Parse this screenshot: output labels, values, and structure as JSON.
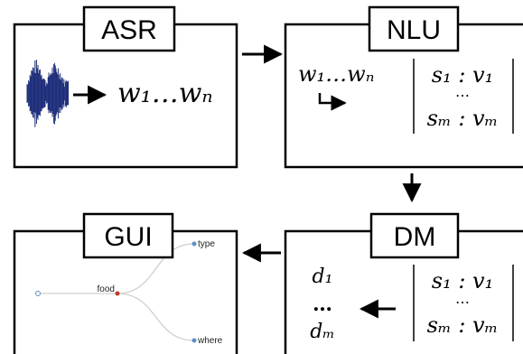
{
  "asr": {
    "title": "ASR",
    "word_seq": "w₁…wₙ"
  },
  "nlu": {
    "title": "NLU",
    "word_seq": "w₁…wₙ",
    "slot_first": "s₁ : v₁",
    "slot_dots": "…",
    "slot_last": "sₘ : vₘ"
  },
  "dm": {
    "title": "DM",
    "d_first": "d₁",
    "d_dots": "…",
    "d_last": "dₘ",
    "slot_first": "s₁ : v₁",
    "slot_dots": "…",
    "slot_last": "sₘ : vₘ"
  },
  "gui": {
    "title": "GUI",
    "node_center": "food",
    "node_top": "type",
    "node_bottom": "where"
  },
  "colors": {
    "waveform": "#1f2f7a",
    "node_root": "#5b8fc9",
    "node_center": "#c0392b",
    "edge": "#cfcfcf"
  }
}
